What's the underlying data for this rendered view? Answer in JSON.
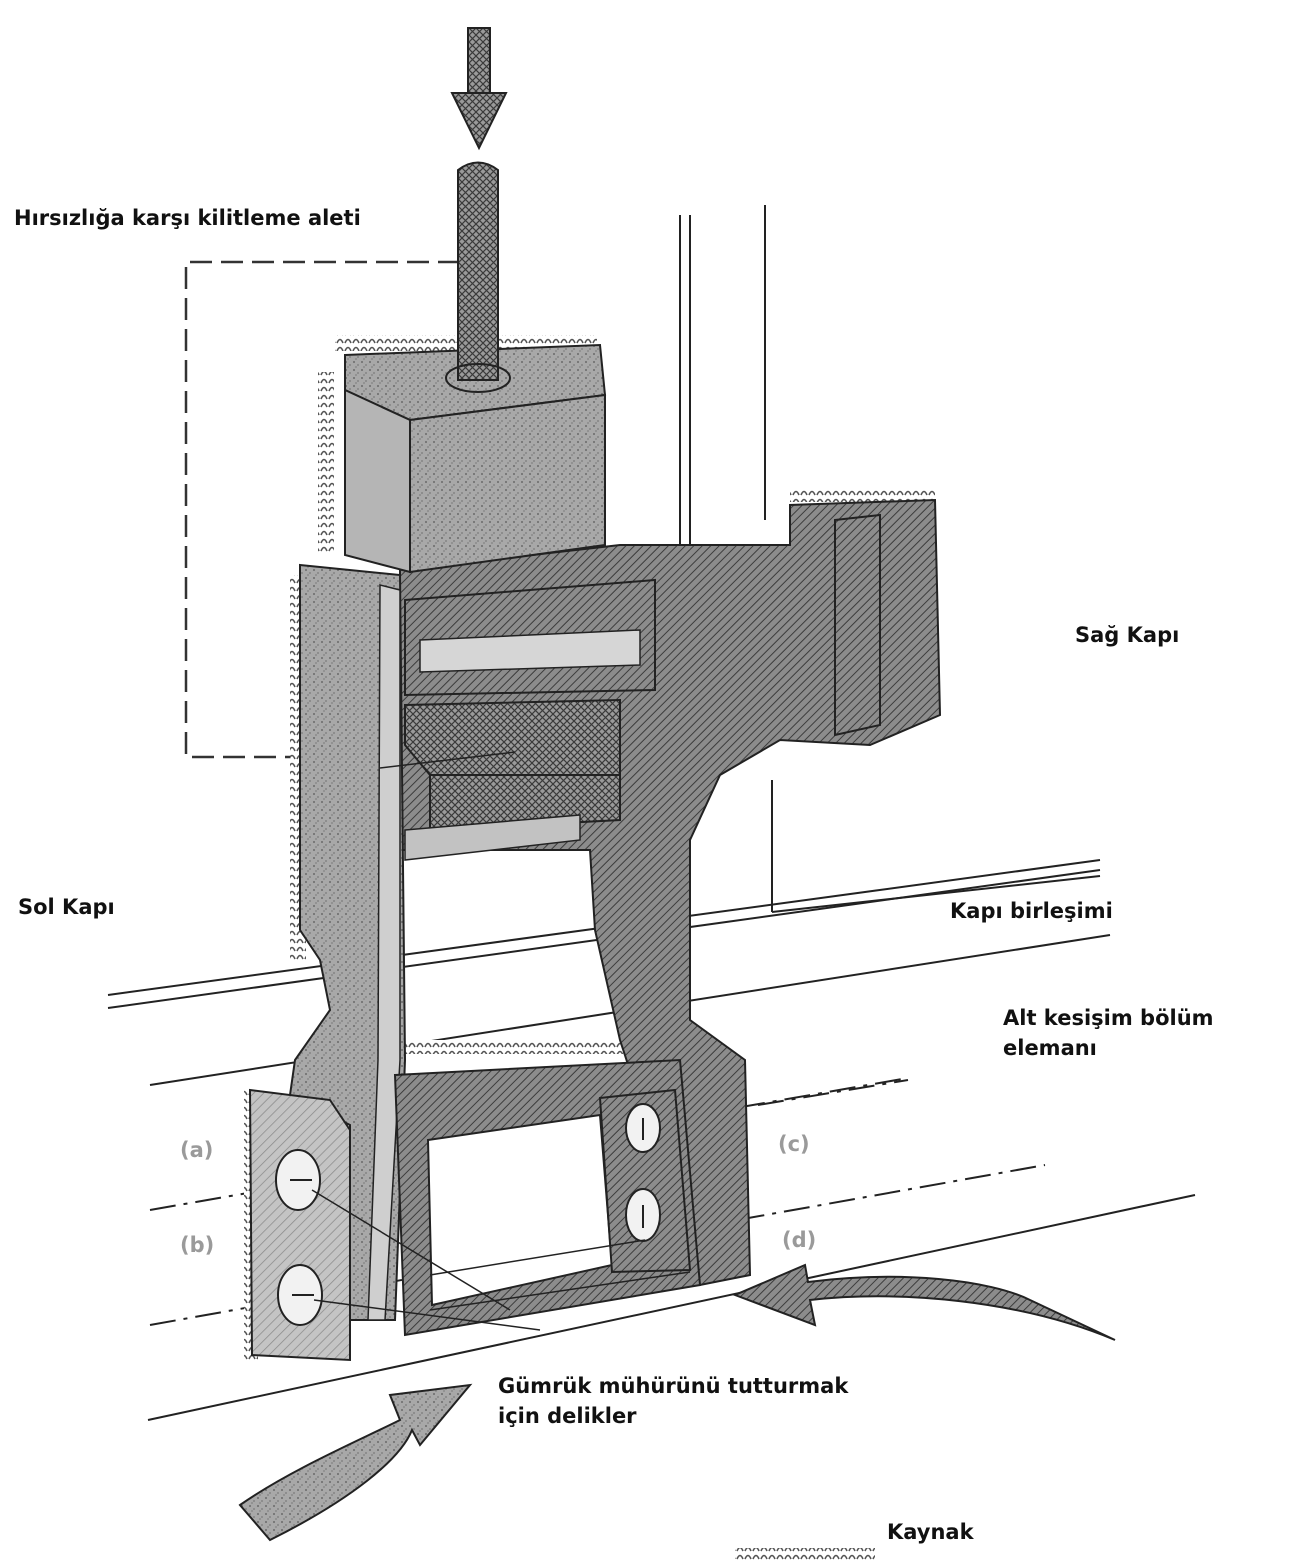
{
  "labels": {
    "anti_theft_device": "Hırsızlığa karşı kilitleme aleti",
    "right_door": "Sağ Kapı",
    "left_door": "Sol Kapı",
    "door_joint": "Kapı birleşimi",
    "lower_cross_member_line1": "Alt kesişim bölüm",
    "lower_cross_member_line2": "elemanı",
    "customs_seal_holes_line1": "Gümrük mühürünü tutturmak",
    "customs_seal_holes_line2": "için delikler",
    "legend_weld": "Kaynak"
  },
  "hole_letters": {
    "a": "(a)",
    "b": "(b)",
    "c": "(c)",
    "d": "(d)"
  },
  "colors": {
    "line": "#111111",
    "hatch_light": "#b8b8b8",
    "hatch_dark": "#6e6e6e",
    "body_gray": "#a9a9a9",
    "letter_gray": "#9a9a9a"
  }
}
